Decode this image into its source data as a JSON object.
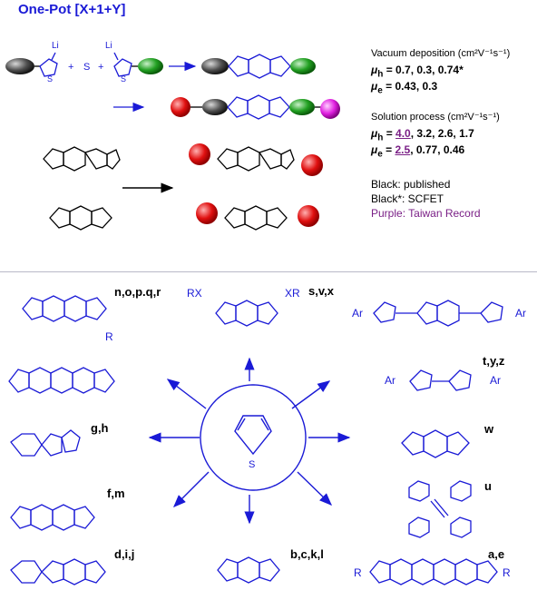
{
  "scheme": {
    "title": "One-Pot [X+1+Y]",
    "plus1": "+",
    "s_reagent": "S",
    "plus2": "+",
    "li1": "Li",
    "li2": "Li",
    "sulfur": "S"
  },
  "properties": {
    "vacuum_title": "Vacuum deposition (cm²V⁻¹s⁻¹)",
    "mu_h_label": "μ",
    "mu_h_sub": "h",
    "mu_h_vac": " = 0.7, 0.3, 0.74*",
    "mu_e_label": "μ",
    "mu_e_sub": "e",
    "mu_e_vac": " = 0.43, 0.3",
    "solution_title": "Solution process (cm²V⁻¹s⁻¹)",
    "mu_h_sol_record": "4.0",
    "mu_h_sol_rest": ", 3.2, 2.6, 1.7",
    "mu_e_sol_record": "2.5",
    "mu_e_sol_rest": ", 0.77, 0.46",
    "legend_black": "Black: published",
    "legend_black_star": "Black*: SCFET",
    "legend_purple": "Purple: Taiwan Record"
  },
  "labels": {
    "n": "n,o,p.q,r",
    "s": "s,v,x",
    "t": "t,y,z",
    "g": "g,h",
    "w": "w",
    "f": "f,m",
    "u": "u",
    "d": "d,i,j",
    "b": "b,c,k,l",
    "a": "a,e"
  },
  "substituents": {
    "R": "R",
    "RX": "RX",
    "XR": "XR",
    "Ar": "Ar"
  },
  "colors": {
    "structure_blue": "#1a1ad6",
    "record_purple": "#7a1f86",
    "red_group": "#e01010",
    "gray_group": "#3a3a3a",
    "green_group": "#22a022",
    "magenta_group": "#e020e0"
  }
}
